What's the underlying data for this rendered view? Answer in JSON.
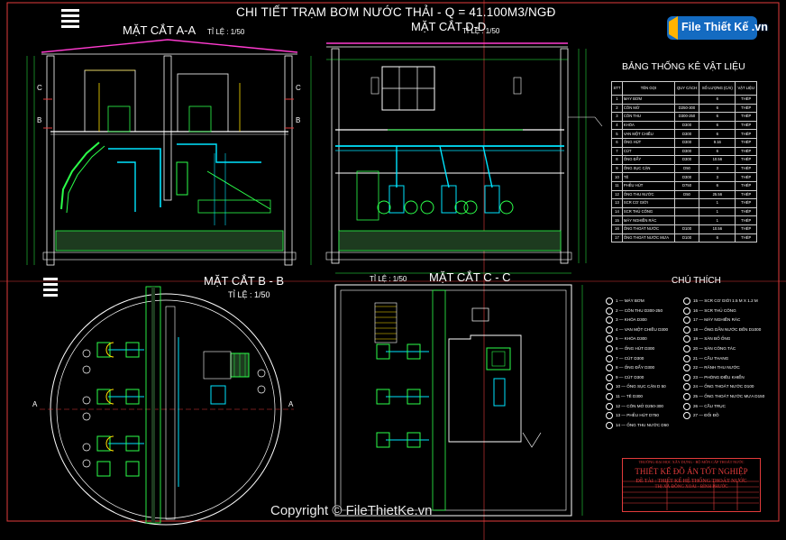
{
  "drawing": {
    "main_title": "CHI TIẾT TRẠM BƠM NƯỚC THẢI - Q = 41.100M3/NGĐ",
    "sections": {
      "aa": {
        "title": "MẶT CẮT A-A",
        "scale": "TỈ LỆ : 1/50"
      },
      "dd": {
        "title": "MẶT CẮT D-D",
        "scale": "TỈ LỆ : 1/50"
      },
      "bb": {
        "title": "MẶT CẮT  B - B",
        "scale": "TỈ LỆ : 1/50"
      },
      "cc": {
        "title": "MẶT CẮT  C - C",
        "scale": "TỈ LỆ : 1/50"
      }
    },
    "cut_labels": {
      "c": "C",
      "b": "B",
      "a": "A"
    }
  },
  "materials": {
    "title": "BẢNG THỐNG KÊ VẬT LIỆU",
    "headers": [
      "STT",
      "TÊN GỌI",
      "QUY CÁCH",
      "SỐ LƯỢNG (CÁI)",
      "VẬT LIỆU"
    ],
    "rows": [
      [
        "1",
        "MÁY BƠM",
        "",
        "6",
        "THÉP"
      ],
      [
        "2",
        "CÔN MỞ",
        "D250-300",
        "6",
        "THÉP"
      ],
      [
        "3",
        "CÔN THU",
        "D300-250",
        "6",
        "THÉP"
      ],
      [
        "4",
        "KHÓA",
        "D300",
        "6",
        "THÉP"
      ],
      [
        "5",
        "VAN MỘT CHIỀU",
        "D300",
        "6",
        "THÉP"
      ],
      [
        "6",
        "ỐNG HÚT",
        "D300",
        "9.16",
        "THÉP"
      ],
      [
        "7",
        "CÚT",
        "D300",
        "6",
        "THÉP"
      ],
      [
        "8",
        "ỐNG ĐẨY",
        "D300",
        "10.56",
        "THÉP"
      ],
      [
        "9",
        "ỐNG SỤC CẶN",
        "D50",
        "3",
        "THÉP"
      ],
      [
        "10",
        "TÊ",
        "D300",
        "3",
        "THÉP"
      ],
      [
        "11",
        "PHỄU HÚT",
        "D750",
        "6",
        "THÉP"
      ],
      [
        "12",
        "ỐNG THU NƯỚC",
        "D50",
        "25.56",
        "THÉP"
      ],
      [
        "13",
        "SCR CƠ GIỚI",
        "",
        "1",
        "THÉP"
      ],
      [
        "14",
        "SCR THỦ CÔNG",
        "",
        "1",
        "THÉP"
      ],
      [
        "15",
        "MÁY NGHIỀN RÁC",
        "",
        "1",
        "THÉP"
      ],
      [
        "16",
        "ỐNG THOÁT NƯỚC",
        "D100",
        "10.56",
        "THÉP"
      ],
      [
        "17",
        "ỐNG THOÁT NƯỚC MƯA",
        "D100",
        "6",
        "THÉP"
      ]
    ]
  },
  "notes": {
    "title": "CHÚ THÍCH",
    "left": [
      [
        "1",
        "MÁY BƠM"
      ],
      [
        "2",
        "CÔN THU D300-250"
      ],
      [
        "3",
        "KHÓA D300"
      ],
      [
        "4",
        "VAN MỘT CHIỀU D300"
      ],
      [
        "5",
        "KHÓA D300"
      ],
      [
        "6",
        "ỐNG HÚT D300"
      ],
      [
        "7",
        "CÚT D300"
      ],
      [
        "8",
        "ỐNG ĐẨY D300"
      ],
      [
        "9",
        "CÚT D300"
      ],
      [
        "10",
        "ỐNG SỤC CẶN D 50"
      ],
      [
        "11",
        "TÊ D300"
      ],
      [
        "12",
        "CÔN MỞ D250-300"
      ],
      [
        "13",
        "PHỄU HÚT D750"
      ],
      [
        "14",
        "ỐNG THU NƯỚC D50"
      ]
    ],
    "right": [
      [
        "15",
        "SCR CƠ GIỚI 1.5 M X 1.2 M"
      ],
      [
        "16",
        "SCR THỦ CÔNG"
      ],
      [
        "17",
        "MÁY NGHIỀN RÁC"
      ],
      [
        "18",
        "ỐNG DẪN NƯỚC ĐẾN D1000"
      ],
      [
        "19",
        "SÀN BỐ ỐNG"
      ],
      [
        "20",
        "SÀN CÔNG TÁC"
      ],
      [
        "21",
        "CẦU THANG"
      ],
      [
        "22",
        "RÃNH THU NƯỚC"
      ],
      [
        "23",
        "PHÒNG ĐIỀU KHIỂN"
      ],
      [
        "24",
        "ỐNG THOÁT NƯỚC D100"
      ],
      [
        "25",
        "ỐNG THOÁT NƯỚC MƯA D150"
      ],
      [
        "26",
        "CẦU TRỤC"
      ],
      [
        "27",
        "ĐỐI ĐỒ"
      ]
    ]
  },
  "title_block": {
    "school": "TRƯỜNG ĐẠI HỌC XÂY DỰNG - BỘ MÔN CẤP THOÁT NƯỚC",
    "heading": "THIẾT KẾ ĐỒ ÁN TỐT NGHIỆP",
    "topic_line1": "ĐỀ TÀI : THIẾT KẾ HỆ THỐNG THOÁT NƯỚC",
    "topic_line2": "THỊ XÃ ĐỒNG XOÀI - BÌNH PHƯỚC"
  },
  "watermark": {
    "copyright": "Copyright © FileThietKe.vn",
    "logo_text": "File Thiết Kế .vn"
  },
  "colors": {
    "background": "#000000",
    "cyan": "#00e5ff",
    "green": "#2cff4a",
    "white": "#ffffff",
    "yellow": "#ffe000",
    "red": "#e23b3b",
    "magenta": "#ff3bd0",
    "brand_blue": "#1677d6"
  }
}
